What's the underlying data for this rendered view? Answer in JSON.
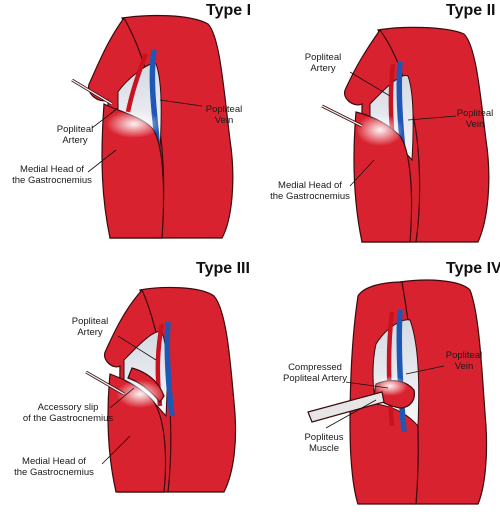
{
  "colors": {
    "muscle": "#d9222f",
    "muscle_dark": "#9e1620",
    "outline": "#3a0a0e",
    "artery": "#c8121f",
    "vein": "#1f57b5",
    "fossa": "#dfe3ea",
    "leader": "#111111",
    "probe": "#e6e6e6"
  },
  "panels": [
    {
      "title": "Type I",
      "labels": [
        {
          "name": "popliteal-artery-label",
          "lines": [
            "Popliteal",
            "Artery"
          ]
        },
        {
          "name": "popliteal-vein-label",
          "lines": [
            "Popliteal",
            "Vein"
          ]
        },
        {
          "name": "medial-head-label",
          "lines": [
            "Medial Head of",
            "the Gastrocnemius"
          ]
        }
      ]
    },
    {
      "title": "Type II",
      "labels": [
        {
          "name": "popliteal-artery-label",
          "lines": [
            "Popliteal",
            "Artery"
          ]
        },
        {
          "name": "popliteal-vein-label",
          "lines": [
            "Popliteal",
            "Vein"
          ]
        },
        {
          "name": "medial-head-label",
          "lines": [
            "Medial Head of",
            "the Gastrocnemius"
          ]
        }
      ]
    },
    {
      "title": "Type III",
      "labels": [
        {
          "name": "popliteal-artery-label",
          "lines": [
            "Popliteal",
            "Artery"
          ]
        },
        {
          "name": "accessory-slip-label",
          "lines": [
            "Accessory slip",
            "of the Gastrocnemius"
          ]
        },
        {
          "name": "medial-head-label",
          "lines": [
            "Medial Head of",
            "the Gastrocnemius"
          ]
        }
      ]
    },
    {
      "title": "Type IV",
      "labels": [
        {
          "name": "compressed-artery-label",
          "lines": [
            "Compressed",
            "Popliteal Artery"
          ]
        },
        {
          "name": "popliteal-vein-label",
          "lines": [
            "Popliteal",
            "Vein"
          ]
        },
        {
          "name": "popliteus-muscle-label",
          "lines": [
            "Popliteus",
            "Muscle"
          ]
        }
      ]
    }
  ]
}
